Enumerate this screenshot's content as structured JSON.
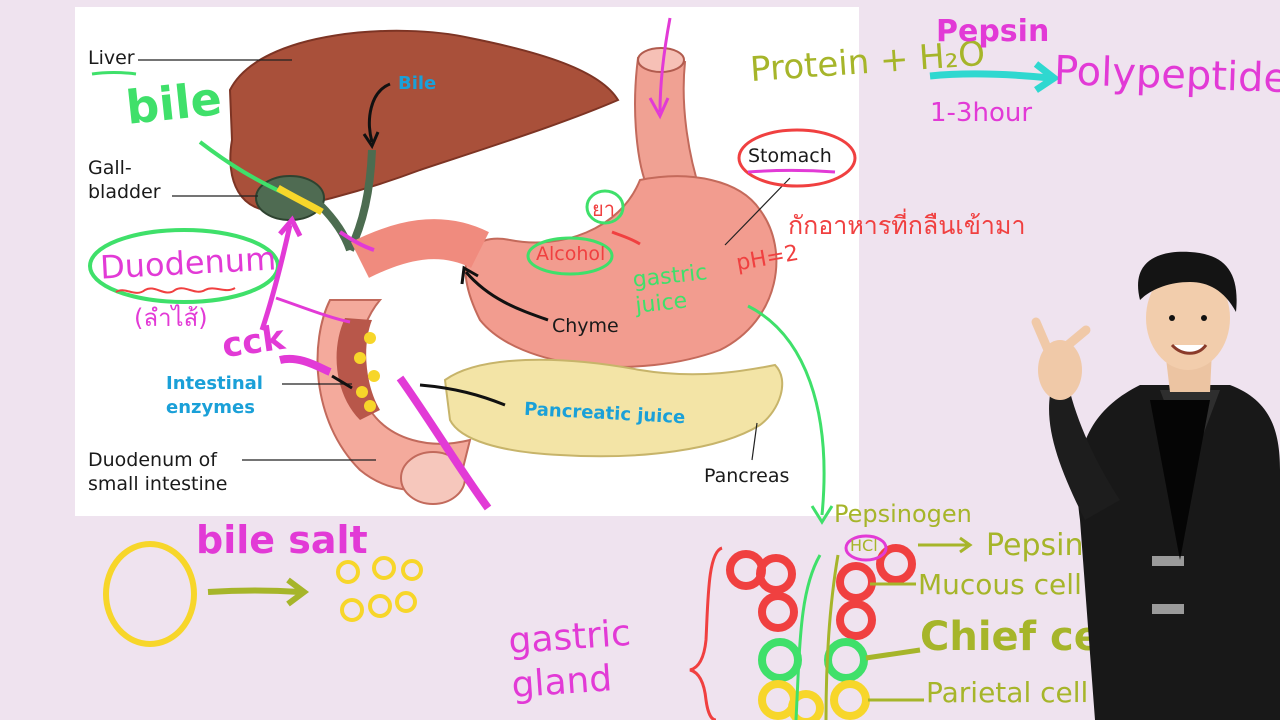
{
  "diagram": {
    "labels": {
      "liver": "Liver",
      "bile": "Bile",
      "gallbladder": "Gall-\nbladder",
      "stomach": "Stomach",
      "chyme": "Chyme",
      "intestinal_enzymes": "Intestinal\nenzymes",
      "pancreatic_juice": "Pancreatic juice",
      "duodenum": "Duodenum of\nsmall intestine",
      "pancreas": "Pancreas"
    }
  },
  "annotations": {
    "bile": "bile",
    "duodenum": "Duodenum",
    "duodenum_thai": "(ลำไส้)",
    "cck": "cck",
    "alcohol": "Alcohol",
    "ya": "ยา",
    "gastric_juice": "gastric\njuice",
    "ph": "pH=2",
    "thai_note": "กักอาหารที่กลืนเข้ามา",
    "equation_left": "Protein + H₂O",
    "enzyme_top": "Pepsin",
    "enzyme_bottom": "1-3hour",
    "equation_right": "Polypeptide",
    "bile_salt": "bile salt",
    "pepsinogen": "Pepsinogen",
    "hcl": "HCl",
    "pepsin": "Pepsin",
    "mucous_cell": "Mucous cell",
    "chief_cell": "Chief cell",
    "parietal_cell": "Parietal cell",
    "gastric_gland": "gastric\ngland"
  },
  "colors": {
    "background": "#efe3ef",
    "label_blue": "#1aa0d8",
    "marker_green": "#3fe06a",
    "marker_magenta": "#e23ad6",
    "marker_olive": "#a6b52a",
    "marker_cyan": "#2fd8d0",
    "marker_red": "#f04040",
    "marker_yellow": "#f7d62a"
  }
}
